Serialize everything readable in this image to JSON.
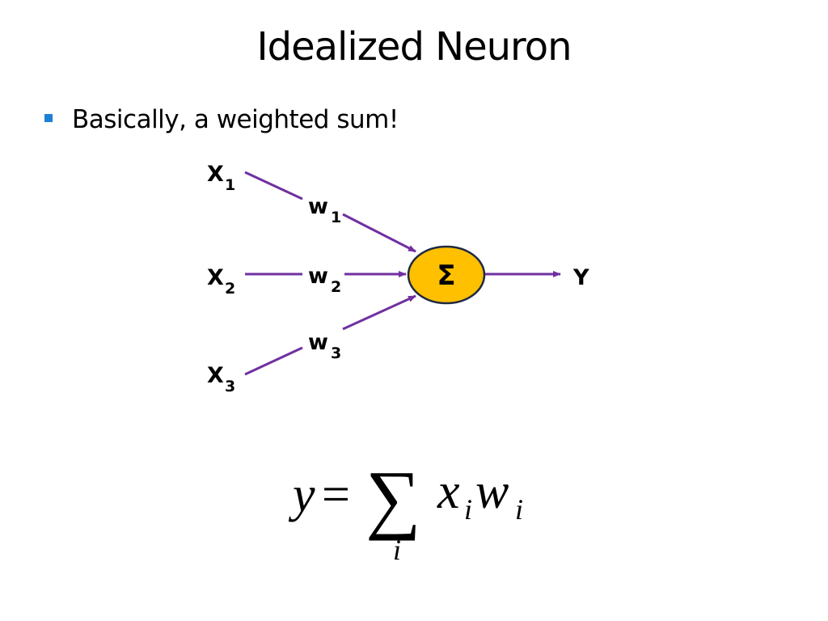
{
  "slide": {
    "title": "Idealized Neuron",
    "bullet": "Basically, a weighted sum!"
  },
  "diagram": {
    "inputs": [
      {
        "name": "X",
        "sub": "1"
      },
      {
        "name": "X",
        "sub": "2"
      },
      {
        "name": "X",
        "sub": "3"
      }
    ],
    "weights": [
      {
        "name": "w",
        "sub": "1"
      },
      {
        "name": "w",
        "sub": "2"
      },
      {
        "name": "w",
        "sub": "3"
      }
    ],
    "node_symbol": "Σ",
    "output": "Y",
    "colors": {
      "arrow": "#7030a0",
      "node_fill": "#ffc000",
      "node_stroke": "#1f2a44",
      "bullet": "#1f7fd4"
    }
  },
  "formula": {
    "lhs": "y",
    "equals": "=",
    "operator": "∑",
    "index": "i",
    "term1": "x",
    "term1_sub": "i",
    "term2": "w",
    "term2_sub": "i"
  }
}
